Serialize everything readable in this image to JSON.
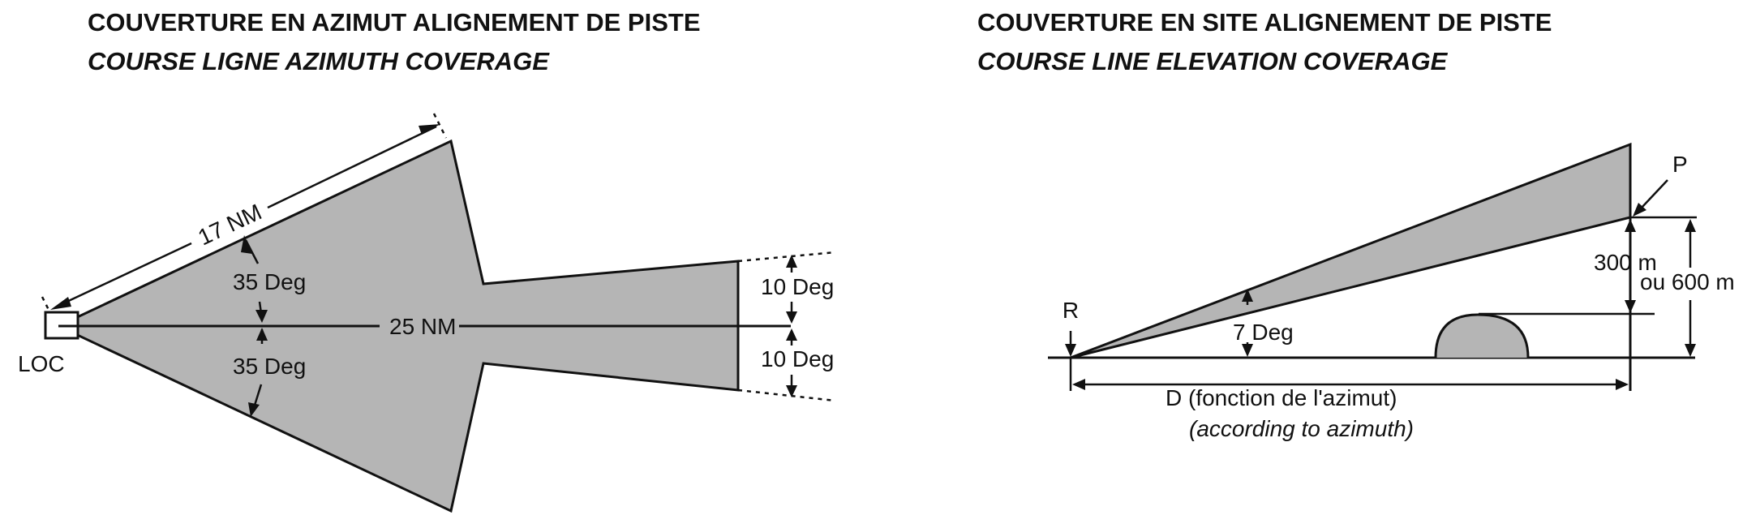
{
  "left_diagram": {
    "title_fr": "COUVERTURE EN AZIMUT ALIGNEMENT DE PISTE",
    "title_en": "COURSE LIGNE AZIMUTH COVERAGE",
    "label_17nm": "17 NM",
    "label_25nm": "25 NM",
    "label_35deg_top": "35 Deg",
    "label_35deg_bottom": "35 Deg",
    "label_10deg_top": "10 Deg",
    "label_10deg_bottom": "10 Deg",
    "label_loc": "LOC"
  },
  "right_diagram": {
    "title_fr": "COUVERTURE EN SITE ALIGNEMENT DE PISTE",
    "title_en": "COURSE LINE ELEVATION COVERAGE",
    "label_p": "P",
    "label_r": "R",
    "label_7deg": "7 Deg",
    "label_300m": "300 m",
    "label_600m": "ou 600 m",
    "label_distance_fr": "D (fonction de l'azimut)",
    "label_distance_en": "(according to azimuth)"
  },
  "colors": {
    "fill": "#b5b5b5",
    "line": "#111111"
  }
}
